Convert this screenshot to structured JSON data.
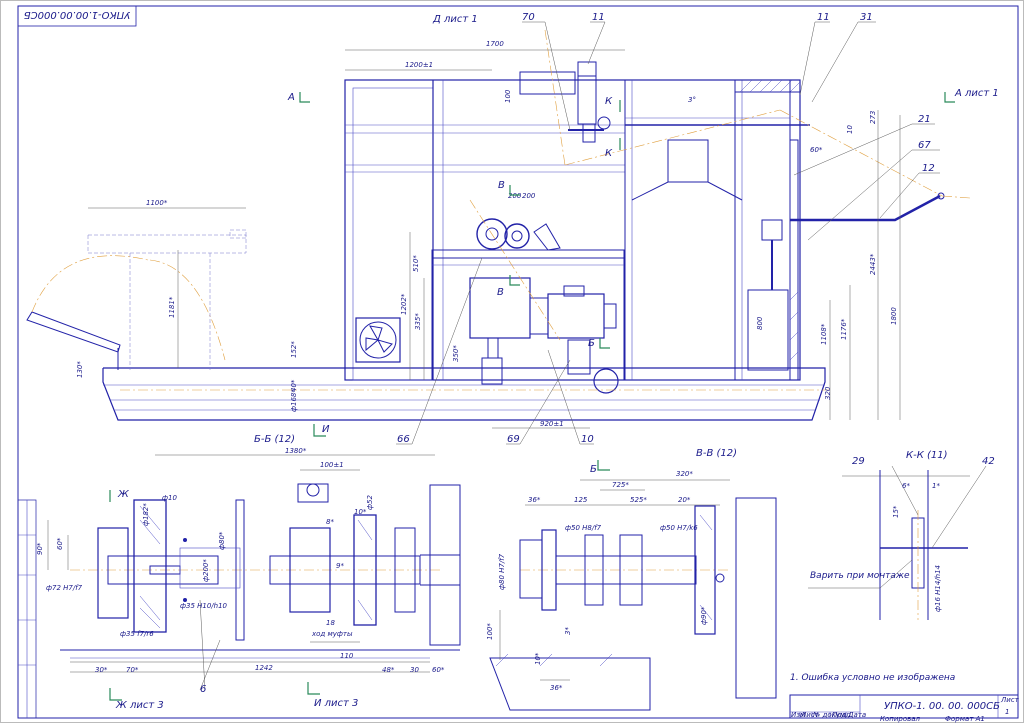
{
  "stamp": {
    "code_rotated": "УПКО-1.00.00.000СБ",
    "designation": "УПКО-1. 00. 00. 000СБ",
    "sheet_label": "Лист",
    "sheet_no": "1",
    "format_label": "Формат  А1",
    "copied_label": "Копировал",
    "row_labels": [
      "Изм",
      "Лист",
      "№ докум.",
      "Подп.",
      "Дата"
    ]
  },
  "views": {
    "main": "Д лист 1",
    "section_bb": "Б-Б (12)",
    "section_vv": "В-В (12)",
    "section_kk": "К-К (11)"
  },
  "cut_markers": {
    "a_left": "А",
    "a_right": "А лист 1",
    "v_top": "В",
    "v_mid": "В",
    "b_mid": "Б",
    "b_lower": "Б",
    "k_top": "К",
    "k_mid": "К",
    "zh_top": "Ж",
    "zh_bottom": "Ж лист 3",
    "i_top": "И",
    "i_bottom": "И лист 3"
  },
  "callouts": {
    "c70": "70",
    "c11a": "11",
    "c11b": "11",
    "c31": "31",
    "c21": "21",
    "c67": "67",
    "c12": "12",
    "c66": "66",
    "c69": "69",
    "c10": "10",
    "c6": "6",
    "c29": "29",
    "c42": "42"
  },
  "dims_main": {
    "d1700": "1700",
    "d1200": "1200±1",
    "d1100": "1100*",
    "d1181": "1181*",
    "d130": "130*",
    "d152": "152*",
    "d40": "40*",
    "d168": "ф168*",
    "d100": "100",
    "d3": "3°",
    "d60": "60*",
    "d10": "10",
    "d200a": "200",
    "d200b": "200",
    "d510": "510*",
    "d1202": "1202*",
    "d335": "335*",
    "d350": "350*",
    "d2443": "2443*",
    "d1800": "1800",
    "d1108": "1108*",
    "d1176": "1176*",
    "d800": "800",
    "d320": "320",
    "d920": "920±1",
    "d273": "273"
  },
  "dims_bb": {
    "d1380": "1380*",
    "d100": "100±1",
    "d90": "90*",
    "d60": "60*",
    "d72": "ф72 H7/f7",
    "d10": "ф10",
    "d182": "ф182*",
    "d200": "ф200*",
    "d80": "ф80*",
    "d35": "ф35 H10/h10",
    "d35b": "ф35 f7/r6",
    "d52": "ф52",
    "d8": "8*",
    "d10b": "10*",
    "d9": "9*",
    "d18": "18",
    "khod": "ход муфты",
    "d110": "110",
    "d30a": "30*",
    "d70": "70*",
    "d1242": "1242",
    "d48": "48*",
    "d30b": "30",
    "d60b": "60*"
  },
  "dims_vv": {
    "d320": "320*",
    "d725": "725*",
    "d36": "36*",
    "d125": "125",
    "d525": "525*",
    "d20": "20*",
    "d50": "ф50 H8/f7",
    "d50b": "ф50 H7/k6",
    "d80": "ф80 H7/f7",
    "d100": "100*",
    "d90": "ф90*",
    "d36b": "36*",
    "d10": "10*",
    "d3": "3*"
  },
  "dims_kk": {
    "d6": "6*",
    "d1": "1*",
    "d15": "15*",
    "weld": "Варить при монтаже",
    "d16": "ф16 H14/h14"
  },
  "note": "1. Ошибка условно не изображена"
}
